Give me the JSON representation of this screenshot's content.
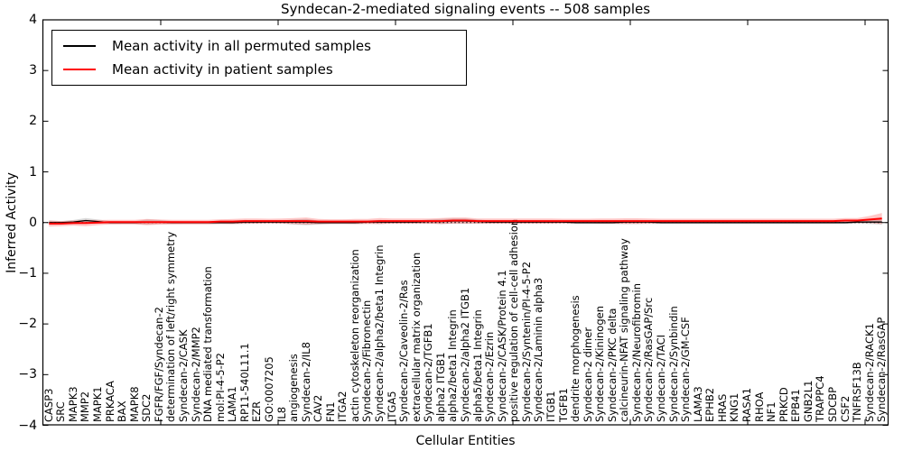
{
  "legend": {
    "items": [
      {
        "label": "Mean activity in all permuted samples",
        "color": "#000000"
      },
      {
        "label": "Mean activity in patient samples",
        "color": "#ff0000"
      }
    ]
  },
  "chart_data": {
    "type": "line",
    "title": "Syndecan-2-mediated signaling events -- 508 samples",
    "xlabel": "Cellular Entities",
    "ylabel": "Inferred Activity",
    "ylim": [
      -4,
      4
    ],
    "y_ticks": [
      4,
      3,
      2,
      1,
      0,
      -1,
      -2,
      -3,
      -4
    ],
    "y_tick_labels": [
      "4",
      "3",
      "2",
      "1",
      "0",
      "−1",
      "−2",
      "−3",
      "−4"
    ],
    "grid": false,
    "legend_position": "upper left",
    "zero_line": {
      "y": 0,
      "style": "dotted",
      "color": "#000000"
    },
    "categories": [
      "CASP3",
      "SRC",
      "MAPK3",
      "MMP2",
      "MAPK1",
      "PRKACA",
      "BAX",
      "MAPK8",
      "SDC2",
      "FGFR/FGF/Syndecan-2",
      "determination of left/right symmetry",
      "Syndecan-2/CASK",
      "Syndecan-2/MMP2",
      "DNA mediated transformation",
      "mol:PI-4-5-P2",
      "LAMA1",
      "RP11-540L11.1",
      "EZR",
      "GO:0007205",
      "IL8",
      "angiogenesis",
      "Syndecan-2/IL8",
      "CAV2",
      "FN1",
      "ITGA2",
      "actin cytoskeleton reorganization",
      "Syndecan-2/Fibronectin",
      "Syndecan-2/alpha2/beta1 Integrin",
      "ITGA5",
      "Syndecan-2/Caveolin-2/Ras",
      "extracellular matrix organization",
      "Syndecan-2/TGFB1",
      "alpha2 ITGB1",
      "alpha2/beta1 Integrin",
      "Syndecan-2/alpha2 ITGB1",
      "alpha5/beta1 Integrin",
      "Syndecan-2/Ezrin",
      "Syndecan-2/CASK/Protein 4.1",
      "positive regulation of cell-cell adhesion",
      "Syndecan-2/Syntenin/PI-4-5-P2",
      "Syndecan-2/Laminin alpha3",
      "ITGB1",
      "TGFB1",
      "dendrite morphogenesis",
      "Syndecan-2 dimer",
      "Syndecan-2/Kininogen",
      "Syndecan-2/PKC delta",
      "calcineurin-NFAT signaling pathway",
      "Syndecan-2/Neurofibromin",
      "Syndecan-2/RasGAP/Src",
      "Syndecan-2/TACI",
      "Syndecan-2/Synbindin",
      "Syndecan-2/GM-CSF",
      "LAMA3",
      "EPHB2",
      "HRAS",
      "KNG1",
      "RASA1",
      "RHOA",
      "NF1",
      "PRKCD",
      "EPB41",
      "GNB2L1",
      "TRAPPC4",
      "SDCBP",
      "CSF2",
      "TNFRSF13B",
      "Syndecan-2/RACK1",
      "Syndecan-2/RasGAP"
    ],
    "series": [
      {
        "name": "Mean activity in all permuted samples",
        "color": "#000000",
        "band_color": "rgba(0,0,0,0.15)",
        "values": [
          0.0,
          0.0,
          0.01,
          0.04,
          0.02,
          0.0,
          0.0,
          0.0,
          0.01,
          0.01,
          0.0,
          0.0,
          0.0,
          0.0,
          0.0,
          0.0,
          0.01,
          0.01,
          0.01,
          0.01,
          0.01,
          0.01,
          0.0,
          0.0,
          0.0,
          0.0,
          0.01,
          0.01,
          0.01,
          0.01,
          0.01,
          0.02,
          0.02,
          0.03,
          0.03,
          0.02,
          0.01,
          0.01,
          0.01,
          0.01,
          0.01,
          0.01,
          0.01,
          0.0,
          0.0,
          0.0,
          0.0,
          0.01,
          0.01,
          0.01,
          0.0,
          0.0,
          0.0,
          0.0,
          0.0,
          0.0,
          0.0,
          0.0,
          0.0,
          0.0,
          0.0,
          0.0,
          0.0,
          0.0,
          0.0,
          0.0,
          0.01,
          0.01,
          0.01
        ],
        "band_halfwidth": [
          0.04,
          0.03,
          0.04,
          0.05,
          0.04,
          0.03,
          0.025,
          0.025,
          0.05,
          0.04,
          0.03,
          0.025,
          0.025,
          0.025,
          0.025,
          0.03,
          0.04,
          0.03,
          0.025,
          0.03,
          0.05,
          0.06,
          0.04,
          0.03,
          0.025,
          0.03,
          0.03,
          0.04,
          0.03,
          0.03,
          0.03,
          0.04,
          0.05,
          0.05,
          0.05,
          0.04,
          0.03,
          0.03,
          0.03,
          0.03,
          0.03,
          0.03,
          0.025,
          0.025,
          0.025,
          0.03,
          0.03,
          0.04,
          0.04,
          0.035,
          0.03,
          0.025,
          0.025,
          0.025,
          0.025,
          0.025,
          0.025,
          0.025,
          0.025,
          0.025,
          0.025,
          0.025,
          0.025,
          0.025,
          0.025,
          0.03,
          0.03,
          0.04,
          0.05
        ]
      },
      {
        "name": "Mean activity in patient samples",
        "color": "#ff0000",
        "band_color": "rgba(255,0,0,0.22)",
        "values": [
          -0.02,
          -0.02,
          -0.01,
          -0.01,
          0.0,
          0.01,
          0.01,
          0.01,
          0.01,
          0.01,
          0.01,
          0.01,
          0.01,
          0.01,
          0.02,
          0.02,
          0.03,
          0.03,
          0.03,
          0.03,
          0.03,
          0.03,
          0.02,
          0.02,
          0.02,
          0.02,
          0.02,
          0.03,
          0.03,
          0.03,
          0.03,
          0.03,
          0.03,
          0.04,
          0.04,
          0.03,
          0.03,
          0.03,
          0.03,
          0.03,
          0.03,
          0.03,
          0.03,
          0.03,
          0.03,
          0.03,
          0.03,
          0.03,
          0.03,
          0.03,
          0.03,
          0.03,
          0.03,
          0.03,
          0.03,
          0.03,
          0.03,
          0.03,
          0.03,
          0.03,
          0.03,
          0.03,
          0.03,
          0.03,
          0.03,
          0.04,
          0.04,
          0.06,
          0.08
        ],
        "band_halfwidth": [
          0.06,
          0.05,
          0.05,
          0.06,
          0.05,
          0.045,
          0.045,
          0.045,
          0.06,
          0.05,
          0.045,
          0.045,
          0.045,
          0.045,
          0.045,
          0.05,
          0.05,
          0.05,
          0.045,
          0.05,
          0.06,
          0.07,
          0.05,
          0.045,
          0.045,
          0.05,
          0.05,
          0.06,
          0.05,
          0.05,
          0.05,
          0.05,
          0.06,
          0.06,
          0.06,
          0.05,
          0.05,
          0.05,
          0.05,
          0.05,
          0.05,
          0.05,
          0.045,
          0.045,
          0.045,
          0.05,
          0.05,
          0.055,
          0.055,
          0.05,
          0.045,
          0.045,
          0.045,
          0.045,
          0.045,
          0.045,
          0.045,
          0.045,
          0.045,
          0.045,
          0.045,
          0.045,
          0.045,
          0.045,
          0.045,
          0.05,
          0.05,
          0.07,
          0.11
        ]
      }
    ]
  }
}
